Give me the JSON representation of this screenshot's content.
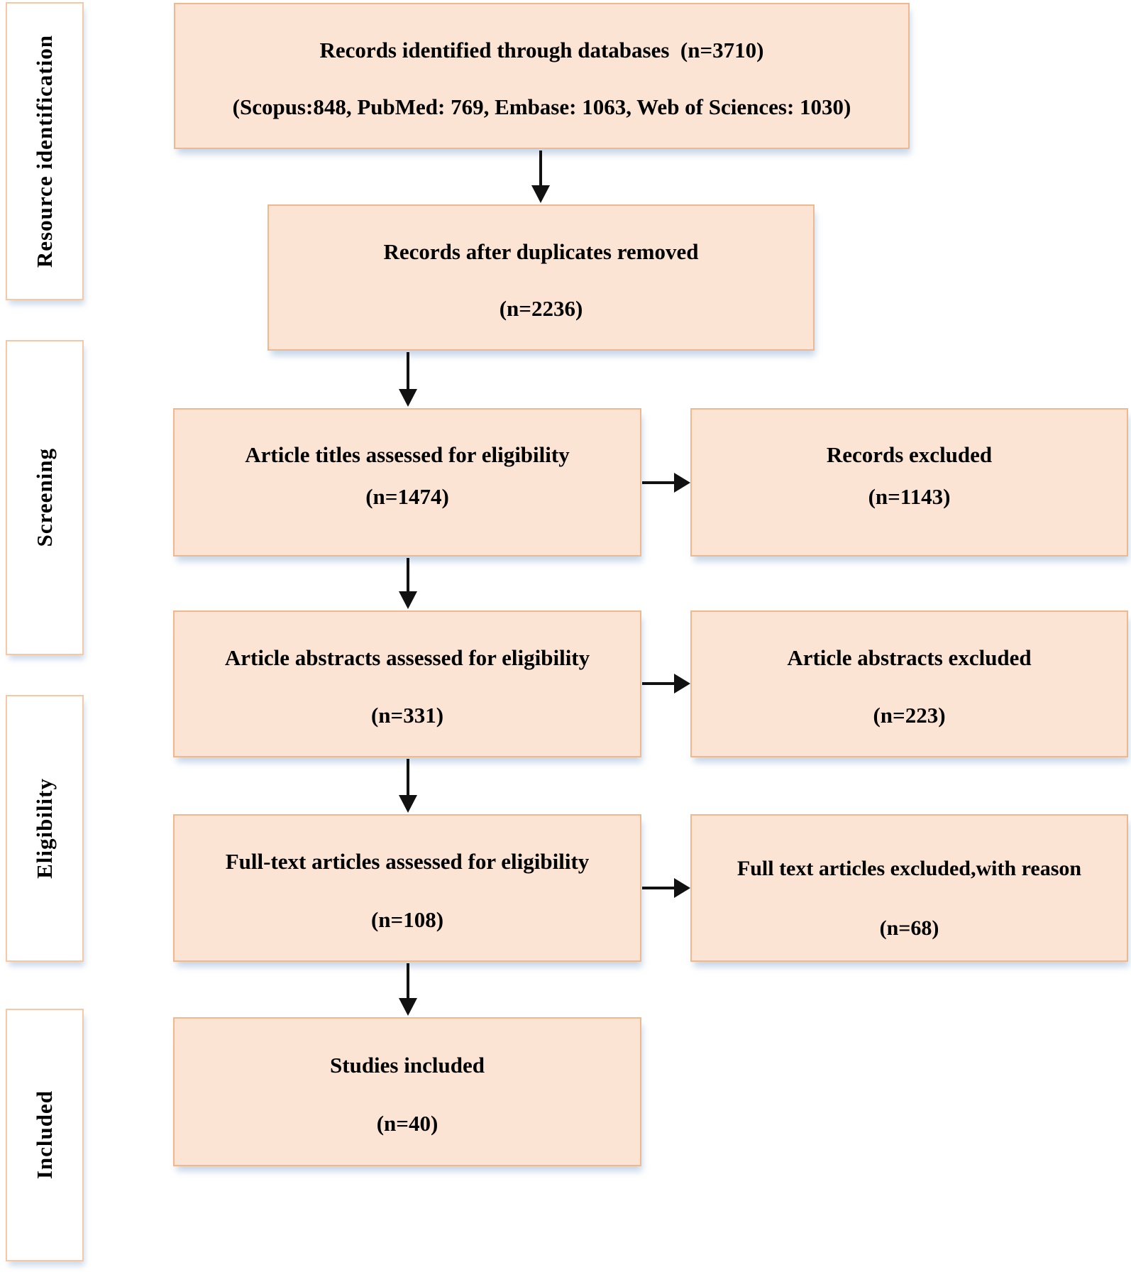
{
  "diagram": {
    "type": "prisma-flowchart",
    "colors": {
      "flow_box_fill": "#fbe4d3",
      "flow_box_border": "#f1b88d",
      "sidebar_fill": "#ffffff",
      "sidebar_border": "#f6c9a4",
      "arrow": "#111111",
      "text": "#000000",
      "shadow": "#82a3cd"
    },
    "stages": [
      {
        "label": "Resource identification"
      },
      {
        "label": "Screening"
      },
      {
        "label": "Eligibility"
      },
      {
        "label": "Included"
      }
    ],
    "nodes": {
      "identified": {
        "line1": "Records identified through databases  (n=3710)",
        "line2": "(Scopus:848, PubMed: 769, Embase: 1063, Web of Sciences: 1030)"
      },
      "deduplicated": {
        "line1": "Records after duplicates removed",
        "line2": "(n=2236)"
      },
      "titles_assessed": {
        "line1": "Article titles assessed for eligibility",
        "line2": "(n=1474)"
      },
      "records_excluded": {
        "line1": "Records excluded",
        "line2": "(n=1143)"
      },
      "abstracts_assessed": {
        "line1": "Article abstracts assessed for eligibility",
        "line2": "(n=331)"
      },
      "abstracts_excluded": {
        "line1": "Article abstracts excluded",
        "line2": "(n=223)"
      },
      "fulltext_assessed": {
        "line1": "Full-text articles assessed for eligibility",
        "line2": "(n=108)"
      },
      "fulltext_excluded": {
        "line1": "Full text articles excluded,with reason",
        "line2": "(n=68)"
      },
      "included": {
        "line1": "Studies included",
        "line2": "(n=40)"
      }
    }
  }
}
